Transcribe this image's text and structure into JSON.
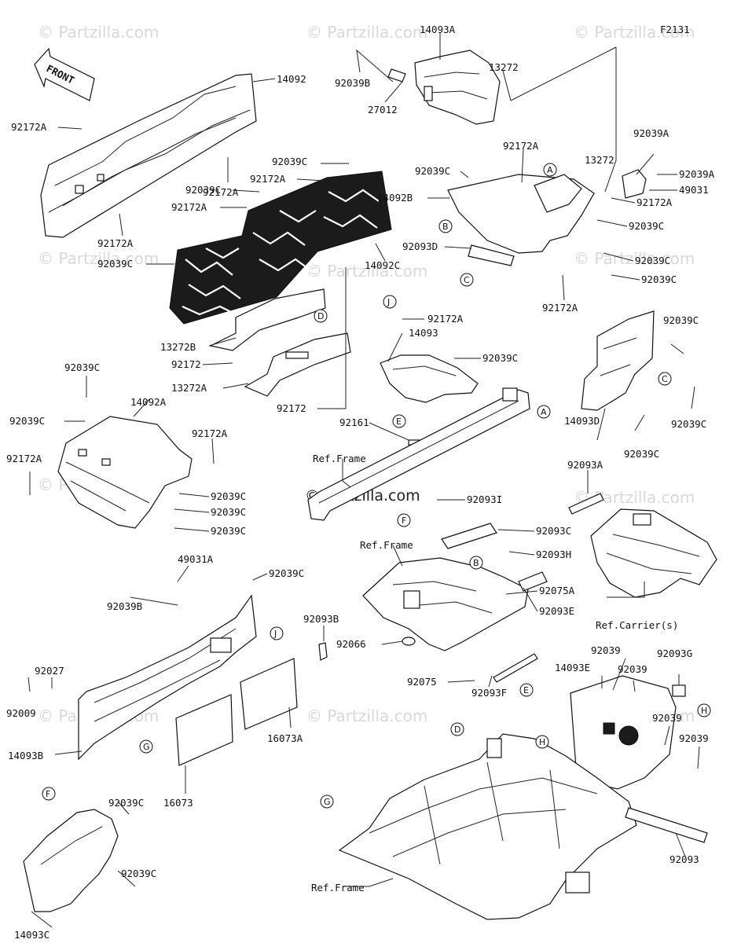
{
  "diagram_code": "F2131",
  "front_label": "FRONT",
  "watermark": "© Partzilla.com",
  "ref_labels": [
    "Ref.Frame",
    "Ref.Frame",
    "Ref.Frame",
    "Ref.Carrier(s)"
  ],
  "callouts": [
    "A",
    "B",
    "C",
    "D",
    "E",
    "F",
    "G",
    "H",
    "J"
  ],
  "part_labels": [
    "14092",
    "92172A",
    "92172A",
    "92172A",
    "92039C",
    "92172A",
    "92039C",
    "92172A",
    "92039C",
    "14092C",
    "13272B",
    "92172",
    "13272A",
    "92172",
    "14093A",
    "92039B",
    "27012",
    "13272",
    "92172A",
    "92039C",
    "14092B",
    "92093D",
    "13272",
    "92039A",
    "92039A",
    "49031",
    "92172A",
    "92039C",
    "92039C",
    "92039C",
    "92172A",
    "92172A",
    "14093",
    "92039C",
    "92161",
    "92039C",
    "92039C",
    "92039C",
    "14093D",
    "92039C",
    "14092A",
    "92172A",
    "92172A",
    "92039C",
    "92039C",
    "92039C",
    "92093I",
    "92093A",
    "92093C",
    "92093H",
    "92075A",
    "92093E",
    "92066",
    "92075",
    "92093F",
    "49031A",
    "92039C",
    "92039B",
    "92093B",
    "92027",
    "92009",
    "14093B",
    "16073",
    "16073A",
    "92039",
    "14093E",
    "92039",
    "92093G",
    "92039",
    "92039",
    "92039C",
    "92039C",
    "14093C",
    "92093"
  ]
}
